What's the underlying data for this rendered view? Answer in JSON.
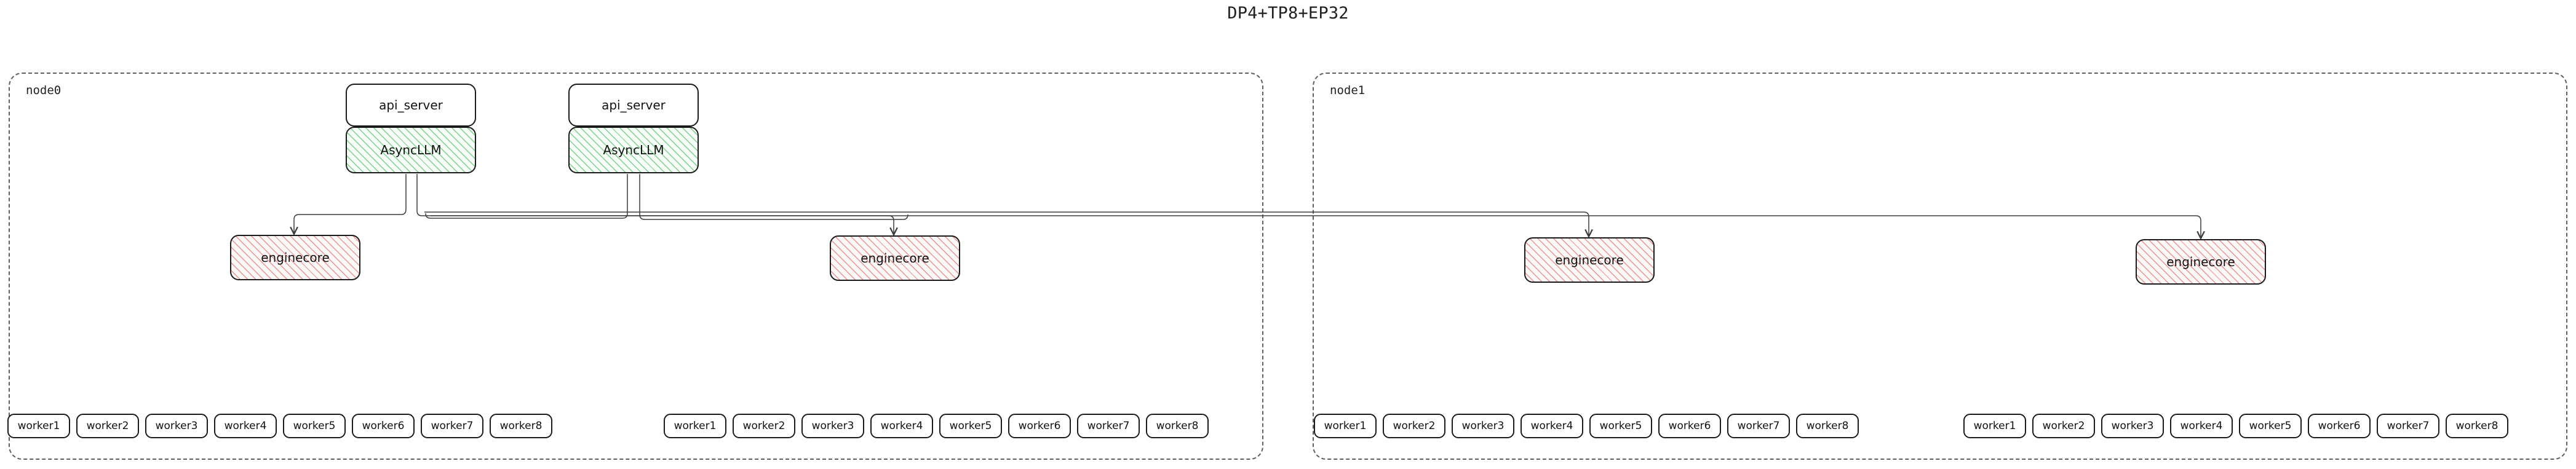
{
  "title": "DP4+TP8+EP32",
  "colors": {
    "async_hatch": "#78cd82",
    "engine_hatch": "#e88282",
    "box_border": "#1a1a1a",
    "container_border": "#5f5f5f",
    "edge_stroke": "#3b3b3b",
    "background": "#ffffff",
    "text": "#121212"
  },
  "labels": {
    "api_server": "api_server",
    "async_llm": "AsyncLLM",
    "enginecore": "enginecore"
  },
  "nodes": [
    {
      "id": "node0",
      "label": "node0",
      "api_servers": [
        {
          "api_label": "api_server",
          "async_label": "AsyncLLM"
        },
        {
          "api_label": "api_server",
          "async_label": "AsyncLLM"
        }
      ],
      "enginecores": [
        {
          "label": "enginecore"
        },
        {
          "label": "enginecore"
        }
      ],
      "worker_groups": [
        {
          "workers": [
            "worker1",
            "worker2",
            "worker3",
            "worker4",
            "worker5",
            "worker6",
            "worker7",
            "worker8"
          ]
        },
        {
          "workers": [
            "worker1",
            "worker2",
            "worker3",
            "worker4",
            "worker5",
            "worker6",
            "worker7",
            "worker8"
          ]
        }
      ]
    },
    {
      "id": "node1",
      "label": "node1",
      "api_servers": [],
      "enginecores": [
        {
          "label": "enginecore"
        },
        {
          "label": "enginecore"
        }
      ],
      "worker_groups": [
        {
          "workers": [
            "worker1",
            "worker2",
            "worker3",
            "worker4",
            "worker5",
            "worker6",
            "worker7",
            "worker8"
          ]
        },
        {
          "workers": [
            "worker1",
            "worker2",
            "worker3",
            "worker4",
            "worker5",
            "worker6",
            "worker7",
            "worker8"
          ]
        }
      ]
    }
  ],
  "edges": [
    {
      "from": "node0.asyncllm.0",
      "to": "node0.enginecore.0"
    },
    {
      "from": "node0.asyncllm.0",
      "to": "node0.enginecore.1"
    },
    {
      "from": "node0.asyncllm.0",
      "to": "node1.enginecore.0"
    },
    {
      "from": "node0.asyncllm.0",
      "to": "node1.enginecore.1"
    },
    {
      "from": "node0.asyncllm.1",
      "to": "node0.enginecore.0"
    },
    {
      "from": "node0.asyncllm.1",
      "to": "node0.enginecore.1"
    },
    {
      "from": "node0.asyncllm.1",
      "to": "node1.enginecore.0"
    },
    {
      "from": "node0.asyncllm.1",
      "to": "node1.enginecore.1"
    }
  ]
}
